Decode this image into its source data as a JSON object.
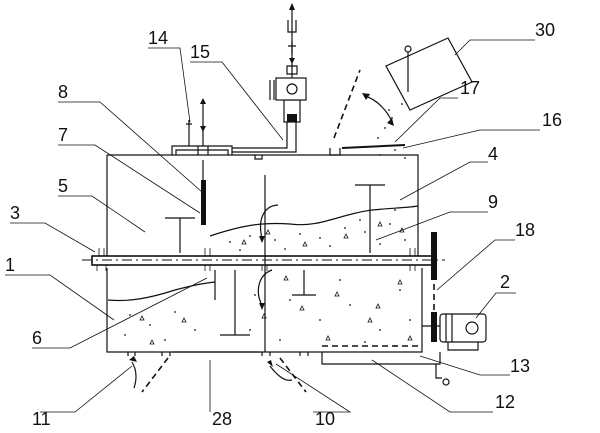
{
  "labels": {
    "l1": "1",
    "l2": "2",
    "l3": "3",
    "l4": "4",
    "l5": "5",
    "l6": "6",
    "l7": "7",
    "l8": "8",
    "l9": "9",
    "l10": "10",
    "l11": "11",
    "l12": "12",
    "l13": "13",
    "l14": "14",
    "l15": "15",
    "l16": "16",
    "l17": "17",
    "l18": "18",
    "l28": "28",
    "l30": "30"
  }
}
